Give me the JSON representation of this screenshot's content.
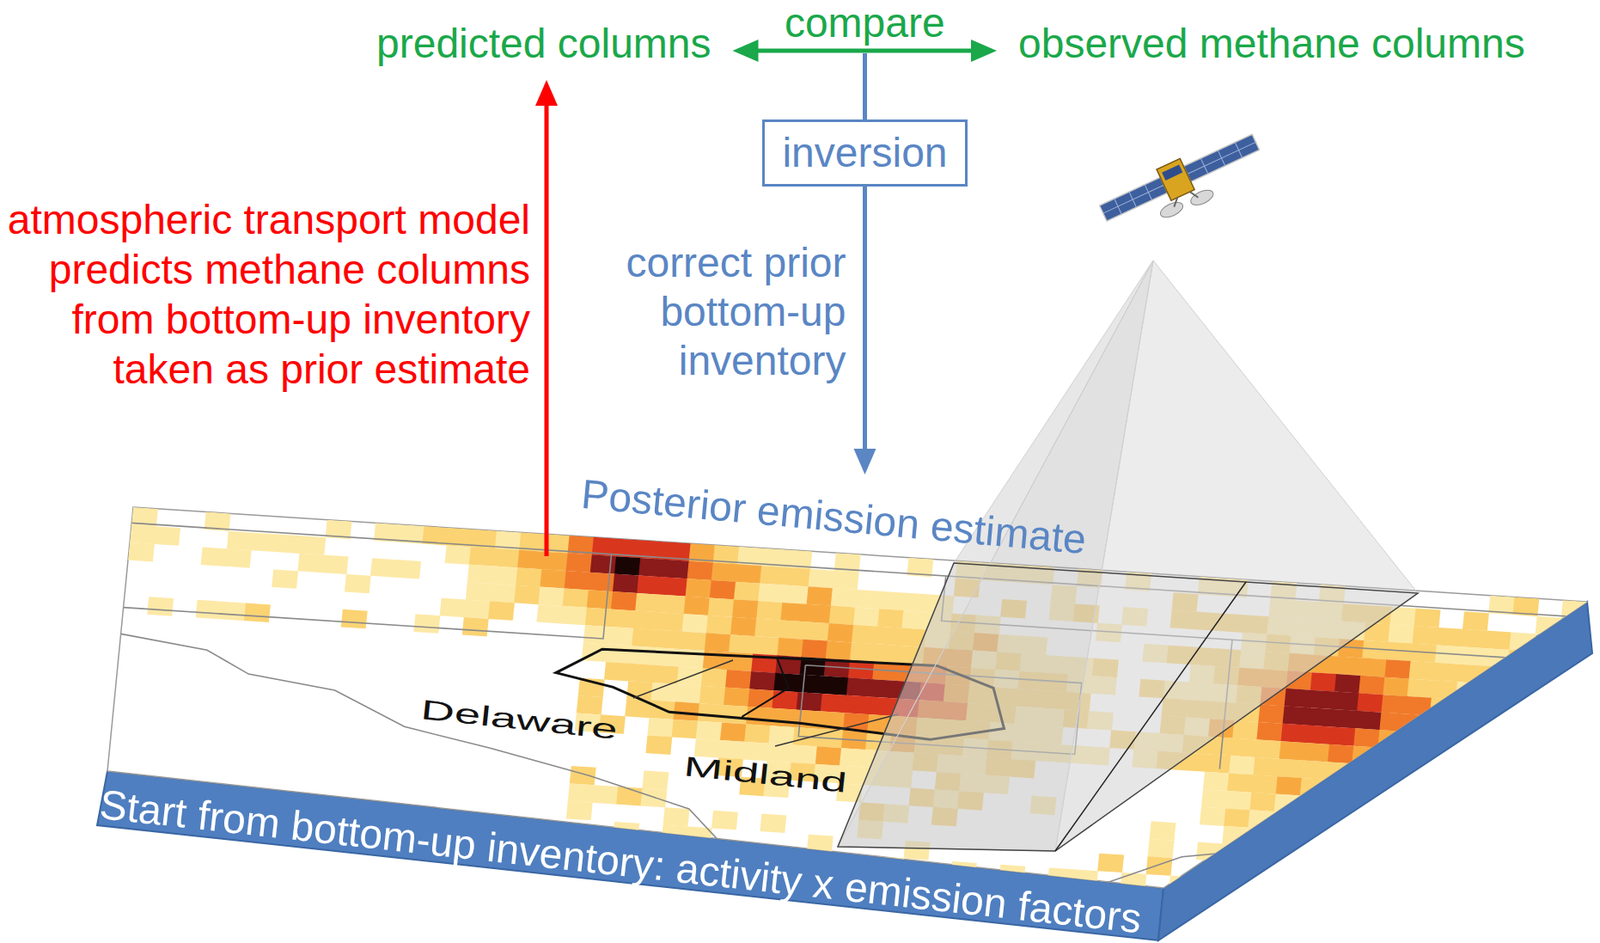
{
  "diagram": {
    "nodes": [
      {
        "text": [
          "predicted columns"
        ]
      },
      {
        "text": [
          "observed methane columns"
        ]
      },
      {
        "text": [
          "inversion"
        ]
      },
      {
        "text": [
          "Posterior emission estimate"
        ]
      },
      {
        "text": [
          "Start from bottom-up inventory: activity x emission factors"
        ]
      }
    ],
    "edges": [
      {
        "from": 0,
        "to": 1,
        "label": "compare",
        "arrow": "both"
      },
      {
        "from": 3,
        "to": 0,
        "label": "atmospheric transport model predicts methane columns from bottom-up inventory taken as prior estimate",
        "arrow": "to"
      },
      {
        "from": 2,
        "to": 3,
        "label": "correct prior bottom-up inventory",
        "arrow": "to"
      }
    ],
    "labels": [
      "Delaware",
      "Midland"
    ]
  }
}
